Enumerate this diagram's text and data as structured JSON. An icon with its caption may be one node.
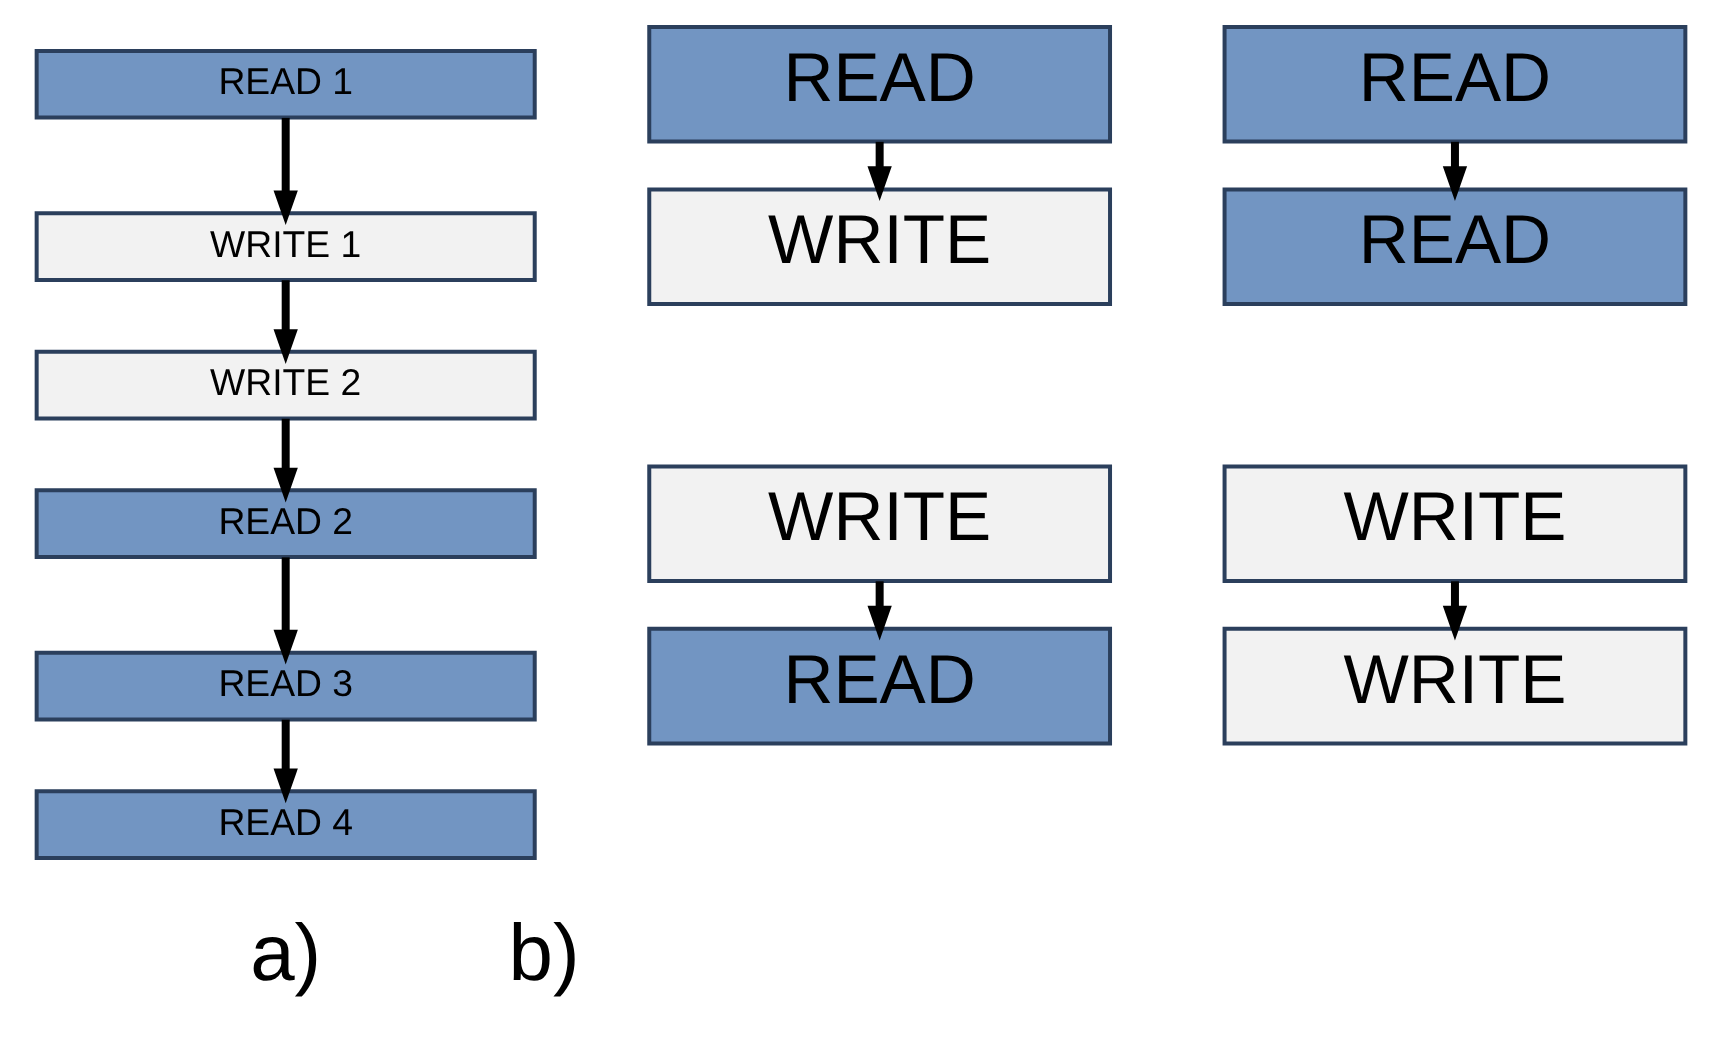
{
  "diagram": {
    "nodes": [
      {
        "text": [
          "READ 1"
        ]
      },
      {
        "text": [
          "WRITE 1"
        ]
      },
      {
        "text": [
          "WRITE 2"
        ]
      },
      {
        "text": [
          "READ 2"
        ]
      },
      {
        "text": [
          "READ 3"
        ]
      },
      {
        "text": [
          "READ 4"
        ]
      },
      {
        "text": [
          "READ"
        ]
      },
      {
        "text": [
          "WRITE"
        ]
      },
      {
        "text": [
          "READ"
        ]
      },
      {
        "text": [
          "READ"
        ]
      },
      {
        "text": [
          "WRITE"
        ]
      },
      {
        "text": [
          "READ"
        ]
      },
      {
        "text": [
          "WRITE"
        ]
      },
      {
        "text": [
          "WRITE"
        ]
      }
    ],
    "edges": [
      {
        "from": 0,
        "to": 1,
        "arrow": "to"
      },
      {
        "from": 1,
        "to": 2,
        "arrow": "to"
      },
      {
        "from": 2,
        "to": 3,
        "arrow": "to"
      },
      {
        "from": 3,
        "to": 4,
        "arrow": "to"
      },
      {
        "from": 4,
        "to": 5,
        "arrow": "to"
      },
      {
        "from": 6,
        "to": 7,
        "arrow": "to"
      },
      {
        "from": 8,
        "to": 9,
        "arrow": "to"
      },
      {
        "from": 10,
        "to": 11,
        "arrow": "to"
      },
      {
        "from": 12,
        "to": 13,
        "arrow": "to"
      }
    ],
    "labels": [
      "a)",
      "b)"
    ]
  }
}
